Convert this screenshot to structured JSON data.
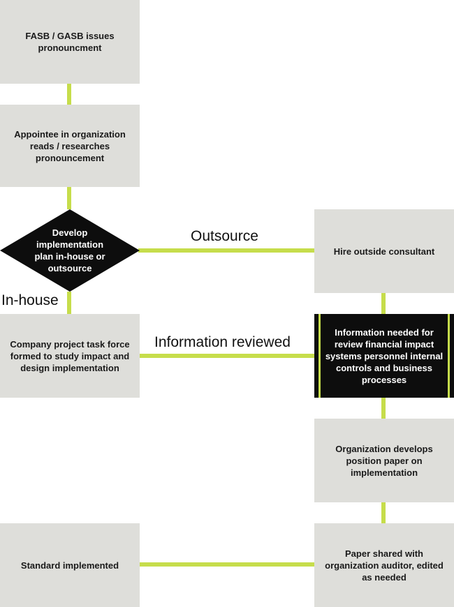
{
  "colors": {
    "box_fill": "#dededa",
    "dark_fill": "#0d0d0d",
    "connector": "#c6dd4b",
    "text_dark": "#1a1a1a",
    "text_light": "#ffffff"
  },
  "nodes": {
    "fasb_issues": "FASB / GASB issues pronouncment",
    "appointee_reads": "Appointee in organization reads / researches pronouncement",
    "decision": "Develop implementation plan in-house or outsource",
    "hire_consultant": "Hire outside consultant",
    "task_force": "Company project task force formed to study impact and design implementation",
    "information_needed": "Information needed for review financial impact systems personnel internal controls and business processes",
    "position_paper": "Organization develops position paper on implementation",
    "standard_implemented": "Standard implemented",
    "paper_shared": "Paper shared with organization auditor, edited as needed"
  },
  "edge_labels": {
    "outsource": "Outsource",
    "in_house": "In-house",
    "information_reviewed": "Information reviewed"
  }
}
